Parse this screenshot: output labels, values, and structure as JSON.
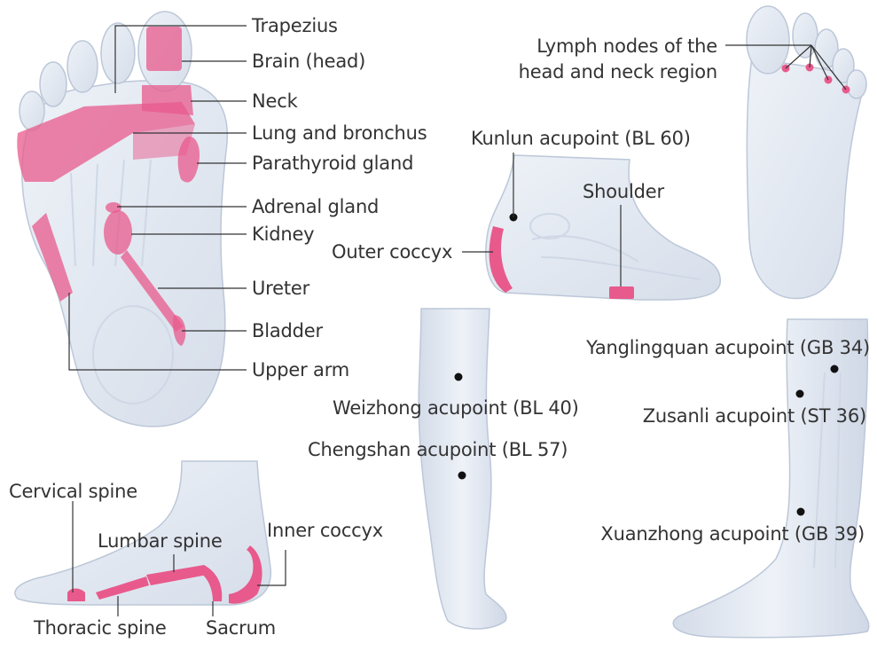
{
  "colors": {
    "foot_fill": "#e4eaf3",
    "foot_edge": "#bcc7d8",
    "bone": "#cfd8e6",
    "zone": "#e85a8c",
    "leader": "#333333",
    "text": "#333333"
  },
  "diagrams": {
    "sole": {
      "labels": {
        "trapezius": "Trapezius",
        "brain": "Brain (head)",
        "neck": "Neck",
        "lung": "Lung and bronchus",
        "parathyroid": "Parathyroid gland",
        "adrenal": "Adrenal gland",
        "kidney": "Kidney",
        "ureter": "Ureter",
        "bladder": "Bladder",
        "upper_arm": "Upper arm"
      }
    },
    "top_foot": {
      "labels": {
        "lymph_line1": "Lymph nodes of the",
        "lymph_line2": "head and neck region"
      }
    },
    "outer_ankle": {
      "labels": {
        "kunlun": "Kunlun acupoint (BL 60)",
        "shoulder": "Shoulder",
        "outer_coccyx": "Outer coccyx"
      }
    },
    "back_leg": {
      "labels": {
        "weizhong": "Weizhong acupoint (BL 40)",
        "chengshan": "Chengshan acupoint (BL 57)"
      }
    },
    "side_leg": {
      "labels": {
        "yanglingquan": "Yanglingquan acupoint (GB 34)",
        "zusanli": "Zusanli acupoint (ST 36)",
        "xuanzhong": "Xuanzhong  acupoint (GB 39)"
      }
    },
    "inner_foot": {
      "labels": {
        "cervical": "Cervical spine",
        "lumbar": "Lumbar spine",
        "inner_coccyx": "Inner coccyx",
        "thoracic": "Thoracic spine",
        "sacrum": "Sacrum"
      }
    }
  }
}
